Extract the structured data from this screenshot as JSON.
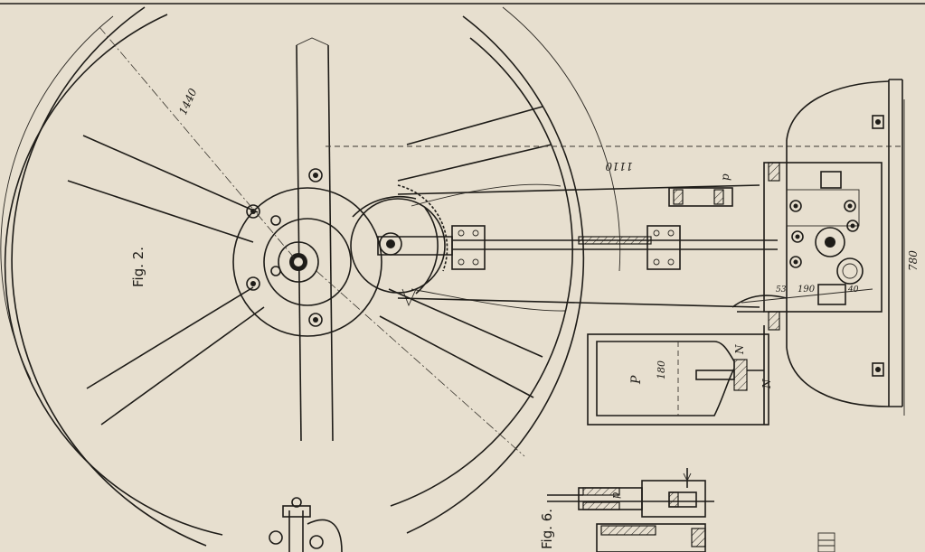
{
  "figures": {
    "fig2": "Fig. 2.",
    "fig6": "Fig. 6."
  },
  "dimensions": {
    "wheel_diameter": "1440",
    "shaft_to_frame": "1110",
    "frame_height": "780",
    "cylinder_bore": "180",
    "valve_spacing": "190",
    "small_a": "53",
    "small_b": "40"
  },
  "part_letters": {
    "pump_p": "P",
    "pump_n_upper": "N",
    "pump_n_lower": "N",
    "rod_p": "p",
    "fig6_p": "p"
  },
  "colors": {
    "paper": "#e7dfcf",
    "ink": "#1e1c18"
  }
}
